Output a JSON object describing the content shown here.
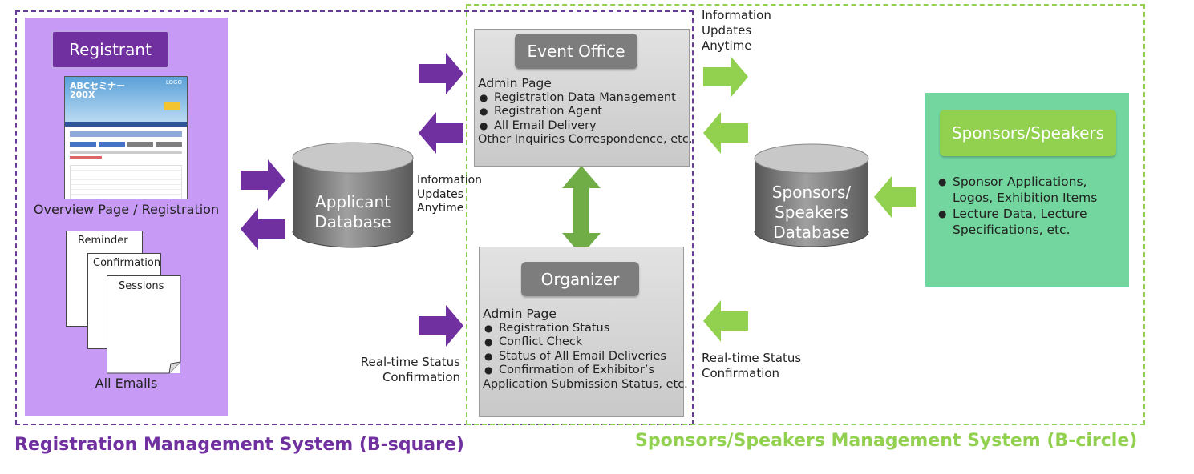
{
  "registration": {
    "registrant_label": "Registrant",
    "mock": {
      "title": "ABCセミナー",
      "year": "200X",
      "logo": "LOGO"
    },
    "overview_caption": "Overview Page / Registration",
    "papers": [
      "Reminder",
      "Confirmation",
      "Sessions"
    ],
    "emails_caption": "All Emails",
    "database_label": "Applicant Database",
    "system_title": "Registration Management System (B-square)"
  },
  "event_office": {
    "title": "Event Office",
    "heading": "Admin Page",
    "items": [
      "Registration Data Management",
      "Registration Agent",
      "All Email Delivery"
    ],
    "footer": "Other Inquiries Correspondence, etc."
  },
  "organizer": {
    "title": "Organizer",
    "heading": "Admin Page",
    "items": [
      "Registration Status",
      "Conflict Check",
      "Status of All Email Deliveries",
      "Confirmation of Exhibitor’s"
    ],
    "footer": "Application Submission Status, etc."
  },
  "labels": {
    "info_updates_left": [
      "Information",
      "Updates",
      "Anytime"
    ],
    "info_updates_right": [
      "Information",
      "Updates",
      "Anytime"
    ],
    "realtime_left": [
      "Real-time Status",
      "Confirmation"
    ],
    "realtime_right": [
      "Real-time Status",
      "Confirmation"
    ]
  },
  "sponsors": {
    "database_label": "Sponsors/ Speakers Database",
    "title": "Sponsors/Speakers",
    "items": [
      "Sponsor Applications, Logos, Exhibition Items",
      "Lecture Data, Lecture Specifications, etc."
    ],
    "system_title": "Sponsors/Speakers Management System (B-circle)"
  },
  "colors": {
    "purple": "#7030a0",
    "green": "#92d050",
    "reg_panel": "#c79bf5",
    "sponsor_panel": "#72d69e",
    "gray": "#7d7d7d"
  }
}
